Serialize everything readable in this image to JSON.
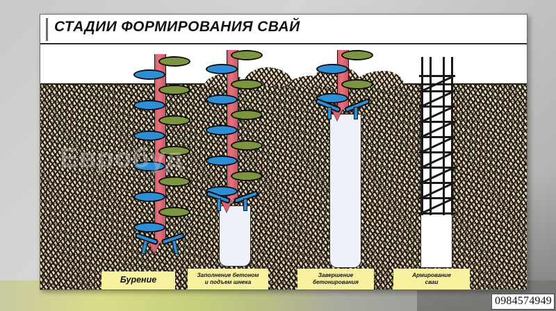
{
  "header": {
    "title": "СТАДИИ ФОРМИРОВАНИЯ СВАЙ"
  },
  "watermark": {
    "phone": "0984574949",
    "scene_text": "Евробуд"
  },
  "colors": {
    "soil": "#e8d9bf",
    "auger_shaft": "#d9606c",
    "flight_blue": "#2e8fd6",
    "flight_olive": "#7d9440",
    "concrete": "#eef1f7",
    "rebar": "#181818",
    "caption_bg": "#f7f1a0",
    "card_bg": "#ffffff",
    "page_bg": "#c9c9c9"
  },
  "stages": [
    {
      "index": 1,
      "caption": "Бурение",
      "caption_lines": [
        "Бурение"
      ],
      "description": "Drilling with continuous flight auger"
    },
    {
      "index": 2,
      "caption": "Заполнение бетоном и подъем шнека",
      "caption_lines": [
        "Заполнение бетоном",
        "и подъем шнека"
      ],
      "description": "Concrete filling and auger withdrawal"
    },
    {
      "index": 3,
      "caption": "Завершение бетонирования",
      "caption_lines": [
        "Завершение",
        "бетонирования"
      ],
      "description": "Concreting completed"
    },
    {
      "index": 4,
      "caption": "Армирование сваи",
      "caption_lines": [
        "Армирование",
        "сваи"
      ],
      "description": "Reinforcement cage installation"
    }
  ]
}
